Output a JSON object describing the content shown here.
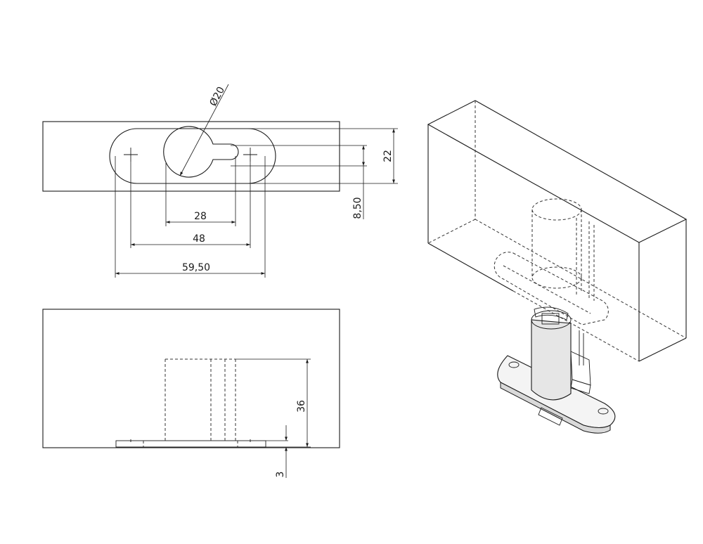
{
  "top_view": {
    "dim_diameter": "Ø20",
    "dim_hole_spacing": "28",
    "dim_mount_spacing": "48",
    "dim_overall_length": "59,50",
    "dim_height": "22",
    "dim_slot_width": "8,50"
  },
  "front_view": {
    "dim_post_height": "36",
    "dim_plate_thickness": "3"
  },
  "colors": {
    "line": "#1a1a1a",
    "background": "#ffffff",
    "part_shade": "#e8e8e8"
  }
}
